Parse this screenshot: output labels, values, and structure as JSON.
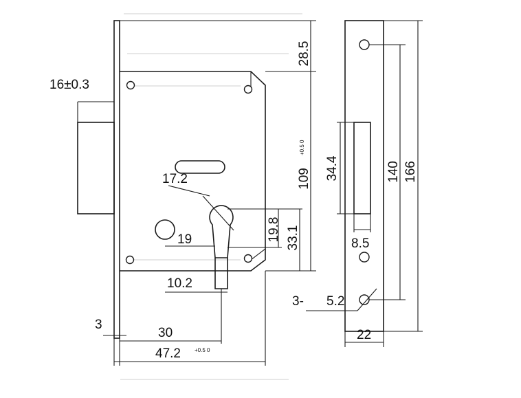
{
  "dimensions": {
    "faceplate_thickness": "3",
    "backset": "30",
    "case_depth": "47.2",
    "case_depth_tol": "+0.5 0",
    "bolt_width": "16±0.3",
    "top_offset": "28.5",
    "case_height": "109",
    "case_height_tol": "+0.5 0",
    "cylinder_diameter": "17.2",
    "spindle_offset": "19",
    "cylinder_center": "19.8",
    "follower_distance": "33.1",
    "cam_width": "10.2",
    "bolt_slot_height": "34.4",
    "bolt_slot_width": "8.5",
    "screw_spacing": "140",
    "plate_height": "166",
    "screw_hole_count": "3-",
    "screw_hole_diameter": "5.2",
    "plate_width": "22"
  }
}
